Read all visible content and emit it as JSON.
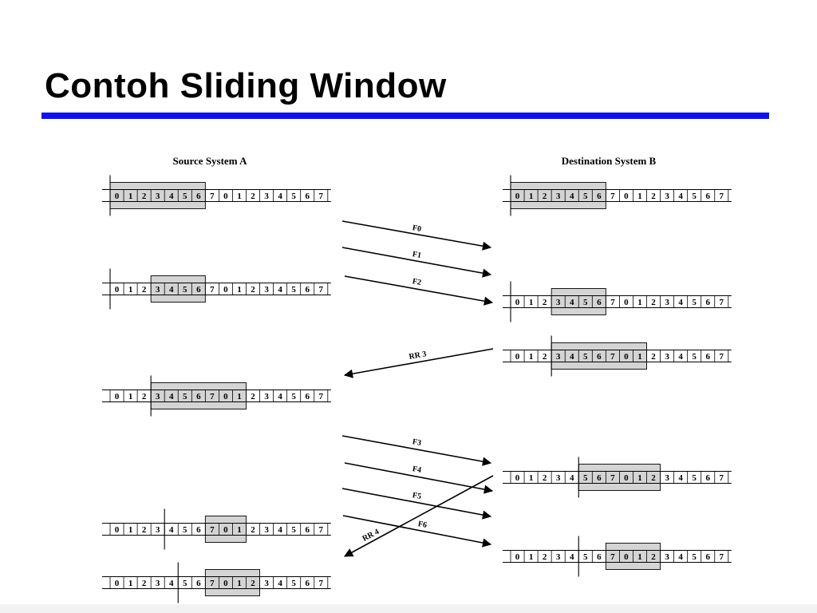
{
  "slide": {
    "title": "Contoh Sliding Window",
    "title_rule_color": "#1010ee"
  },
  "diagram": {
    "source_label": "Source System A",
    "destination_label": "Destination System B",
    "sequence": [
      "0",
      "1",
      "2",
      "3",
      "4",
      "5",
      "6",
      "7",
      "0",
      "1",
      "2",
      "3",
      "4",
      "5",
      "6",
      "7"
    ],
    "window_fill": "#d4d4d4",
    "source_rows": [
      {
        "marker_after": 0,
        "window_start": 0,
        "window_end": 6
      },
      {
        "marker_after": 0,
        "window_start": 3,
        "window_end": 6
      },
      {
        "marker_after": 3,
        "window_start": 3,
        "window_end": 9
      },
      {
        "marker_after": 4,
        "window_start": 7,
        "window_end": 9
      },
      {
        "marker_after": 5,
        "window_start": 7,
        "window_end": 10
      }
    ],
    "destination_rows": [
      {
        "marker_after": 0,
        "window_start": 0,
        "window_end": 6
      },
      {
        "marker_after": 0,
        "window_start": 3,
        "window_end": 6
      },
      {
        "marker_after": 3,
        "window_start": 3,
        "window_end": 9
      },
      {
        "marker_after": 5,
        "window_start": 5,
        "window_end": 10
      },
      {
        "marker_after": 5,
        "window_start": 7,
        "window_end": 10
      }
    ],
    "messages": [
      {
        "label": "F0",
        "direction": "to-destination"
      },
      {
        "label": "F1",
        "direction": "to-destination"
      },
      {
        "label": "F2",
        "direction": "to-destination"
      },
      {
        "label": "RR 3",
        "direction": "to-source"
      },
      {
        "label": "F3",
        "direction": "to-destination"
      },
      {
        "label": "F4",
        "direction": "to-destination"
      },
      {
        "label": "F5",
        "direction": "to-destination"
      },
      {
        "label": "F6",
        "direction": "to-destination"
      },
      {
        "label": "RR 4",
        "direction": "to-source"
      }
    ]
  }
}
